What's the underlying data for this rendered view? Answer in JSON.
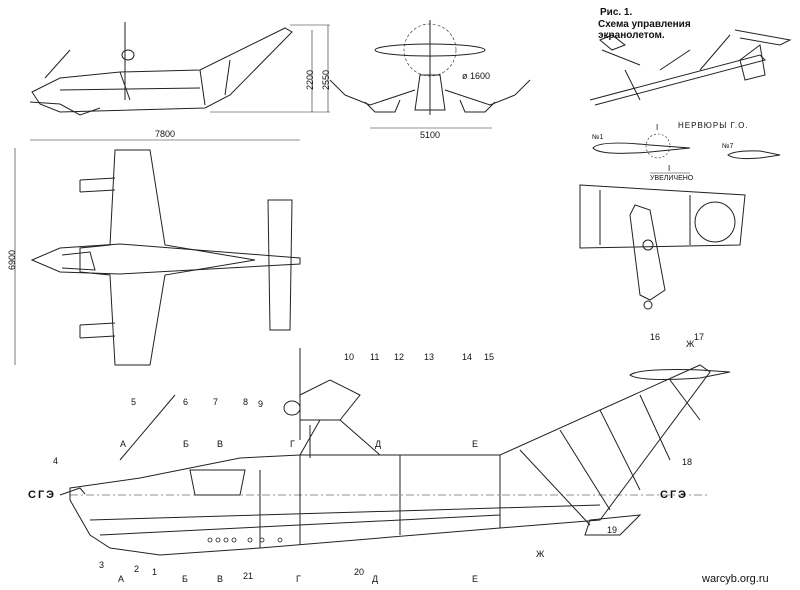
{
  "caption": {
    "fig": "Рис. 1.",
    "line1": "Схема управления",
    "line2": "экранолетом."
  },
  "ribs": {
    "title": "НЕРВЮРЫ Г.О.",
    "rib1": "№1",
    "rib7": "№7",
    "detail_mark": "I",
    "enlarged": "УВЕЛИЧЕНО"
  },
  "dimensions": {
    "length": "7800",
    "span": "6900",
    "height1": "2200",
    "height2": "2550",
    "prop_diameter": "ø 1600",
    "front_width": "5100"
  },
  "datum": {
    "left": "СГЭ",
    "right": "СГЭ"
  },
  "parts": [
    "1",
    "2",
    "3",
    "4",
    "5",
    "6",
    "7",
    "8",
    "9",
    "10",
    "11",
    "12",
    "13",
    "14",
    "15",
    "16",
    "17",
    "18",
    "19",
    "20",
    "21"
  ],
  "sections": {
    "a": "А",
    "b": "Б",
    "v": "В",
    "g": "Г",
    "d": "Д",
    "e": "Е",
    "zh": "Ж"
  },
  "watermark": "warcyb.org.ru"
}
